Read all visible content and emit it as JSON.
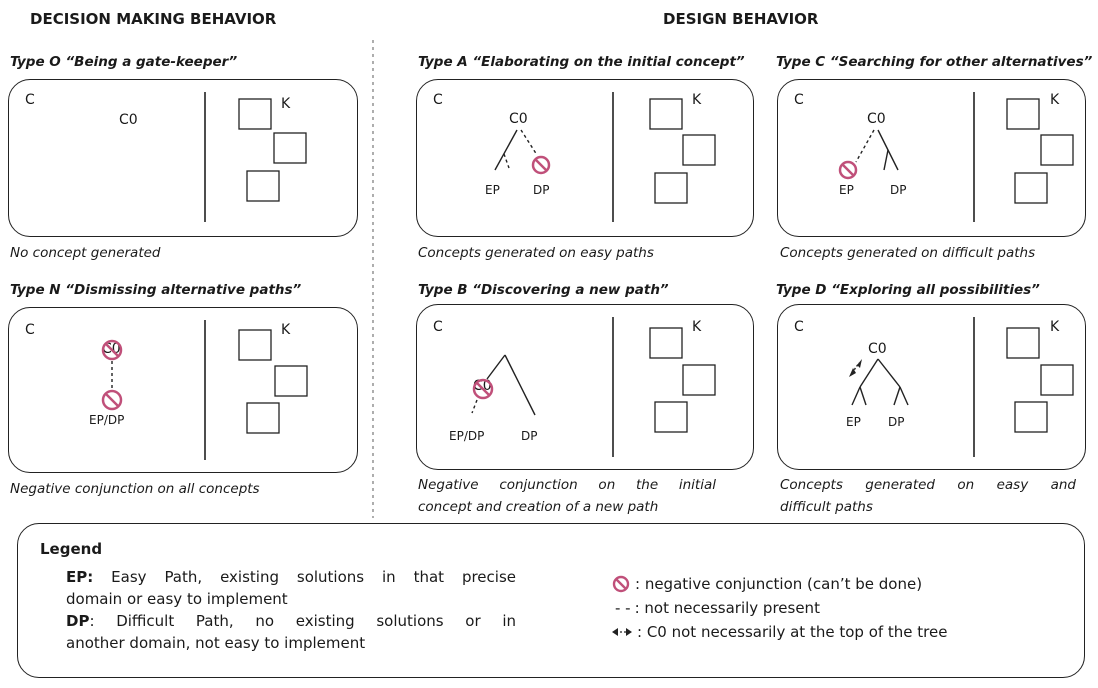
{
  "headers": {
    "decision": "DECISION MAKING BEHAVIOR",
    "design": "DESIGN BEHAVIOR"
  },
  "panel_labels": {
    "c": "C",
    "k": "K"
  },
  "panels": {
    "type_o": {
      "title": "Type O “Being a gate-keeper”",
      "caption": "No concept generated",
      "root": "C0"
    },
    "type_n": {
      "title": "Type N “Dismissing alternative paths”",
      "caption": "Negative conjunction on all concepts",
      "root": "C0",
      "leaf": "EP/DP"
    },
    "type_a": {
      "title": "Type A “Elaborating on the initial concept”",
      "caption": "Concepts generated on easy paths",
      "root": "C0",
      "left_leaf": "EP",
      "right_leaf": "DP"
    },
    "type_b": {
      "title": "Type B “Discovering a new path”",
      "caption_line1": "Negative conjunction on the initial",
      "caption_line2": "concept and creation of a new path",
      "root": "C0",
      "left_leaf": "EP/DP",
      "right_leaf": "DP"
    },
    "type_c": {
      "title": "Type C “Searching for other alternatives”",
      "caption": "Concepts generated on difficult paths",
      "root": "C0",
      "left_leaf": "EP",
      "right_leaf": "DP"
    },
    "type_d": {
      "title": "Type D “Exploring all possibilities”",
      "caption_line1": "Concepts generated on easy and",
      "caption_line2": "difficult paths",
      "root": "C0",
      "left_leaf": "EP",
      "right_leaf": "DP"
    }
  },
  "legend": {
    "title": "Legend",
    "ep_label": "EP:",
    "ep_text_line1": "Easy Path, existing solutions in that precise",
    "ep_text_line2": "domain or easy to implement",
    "dp_label": "DP",
    "dp_text_line1": ": Difficult Path, no existing solutions or in",
    "dp_text_line2": "another domain, not easy to implement",
    "negative_conjunction": ": negative conjunction (can’t be done)",
    "dashes_symbol": "- -",
    "not_present": ": not necessarily present",
    "c0_not_top": ": C0 not necessarily at the top of the tree"
  },
  "colors": {
    "negative_conjunction": "#c0507a",
    "line": "#222222"
  }
}
